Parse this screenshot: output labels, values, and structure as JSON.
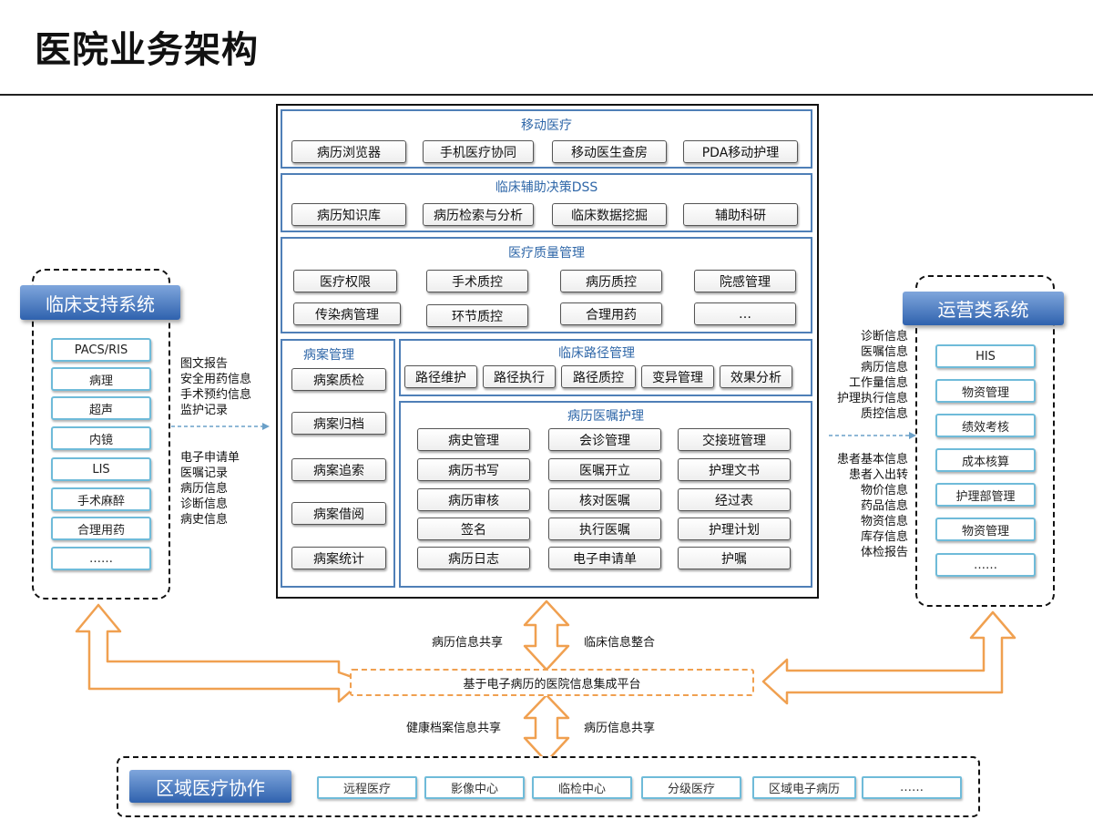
{
  "title": "医院业务架构",
  "mobile": {
    "title": "移动医疗",
    "buttons": [
      "病历浏览器",
      "手机医疗协同",
      "移动医生查房",
      "PDA移动护理"
    ]
  },
  "dss": {
    "title": "临床辅助决策DSS",
    "buttons": [
      "病历知识库",
      "病历检索与分析",
      "临床数据挖掘",
      "辅助科研"
    ]
  },
  "quality": {
    "title": "医疗质量管理",
    "buttons": [
      "医疗权限",
      "手术质控",
      "病历质控",
      "院感管理",
      "传染病管理",
      "环节质控",
      "合理用药",
      "…"
    ]
  },
  "case_mgmt": {
    "title": "病案管理",
    "buttons": [
      "病案质检",
      "病案归档",
      "病案追索",
      "病案借阅",
      "病案统计"
    ]
  },
  "pathway": {
    "title": "临床路径管理",
    "buttons": [
      "路径维护",
      "路径执行",
      "路径质控",
      "变异管理",
      "效果分析"
    ]
  },
  "orders": {
    "title": "病历医嘱护理",
    "buttons": [
      "病史管理",
      "会诊管理",
      "交接班管理",
      "病历书写",
      "医嘱开立",
      "护理文书",
      "病历审核",
      "核对医嘱",
      "经过表",
      "签名",
      "执行医嘱",
      "护理计划",
      "病历日志",
      "电子申请单",
      "护嘱"
    ]
  },
  "clinical_support": {
    "title": "临床支持系统",
    "items": [
      "PACS/RIS",
      "病理",
      "超声",
      "内镜",
      "LIS",
      "手术麻醉",
      "合理用药",
      "……"
    ]
  },
  "left_info_top": [
    "图文报告",
    "安全用药信息",
    "手术预约信息",
    "监护记录"
  ],
  "left_info_bottom": [
    "电子申请单",
    "医嘱记录",
    "病历信息",
    "诊断信息",
    "病史信息"
  ],
  "operations": {
    "title": "运营类系统",
    "items": [
      "HIS",
      "物资管理",
      "绩效考核",
      "成本核算",
      "护理部管理",
      "物资管理",
      "……"
    ]
  },
  "right_info_top": [
    "诊断信息",
    "医嘱信息",
    "病历信息",
    "工作量信息",
    "护理执行信息",
    "质控信息"
  ],
  "right_info_bottom": [
    "患者基本信息",
    "患者入出转",
    "物价信息",
    "药品信息",
    "物资信息",
    "库存信息",
    "体检报告"
  ],
  "flow": {
    "upper_left": "病历信息共享",
    "upper_right": "临床信息整合",
    "platform": "基于电子病历的医院信息集成平台",
    "lower_left": "健康档案信息共享",
    "lower_right": "病历信息共享"
  },
  "regional": {
    "title": "区域医疗协作",
    "items": [
      "远程医疗",
      "影像中心",
      "临检中心",
      "分级医疗",
      "区域电子病历",
      "……"
    ]
  },
  "colors": {
    "panel_border": "#4f7fb7",
    "panel_title": "#2f67a8",
    "side_item_border": "#6fbbd9",
    "arrow": "#f0a050",
    "side_title": "#2f62ae"
  }
}
